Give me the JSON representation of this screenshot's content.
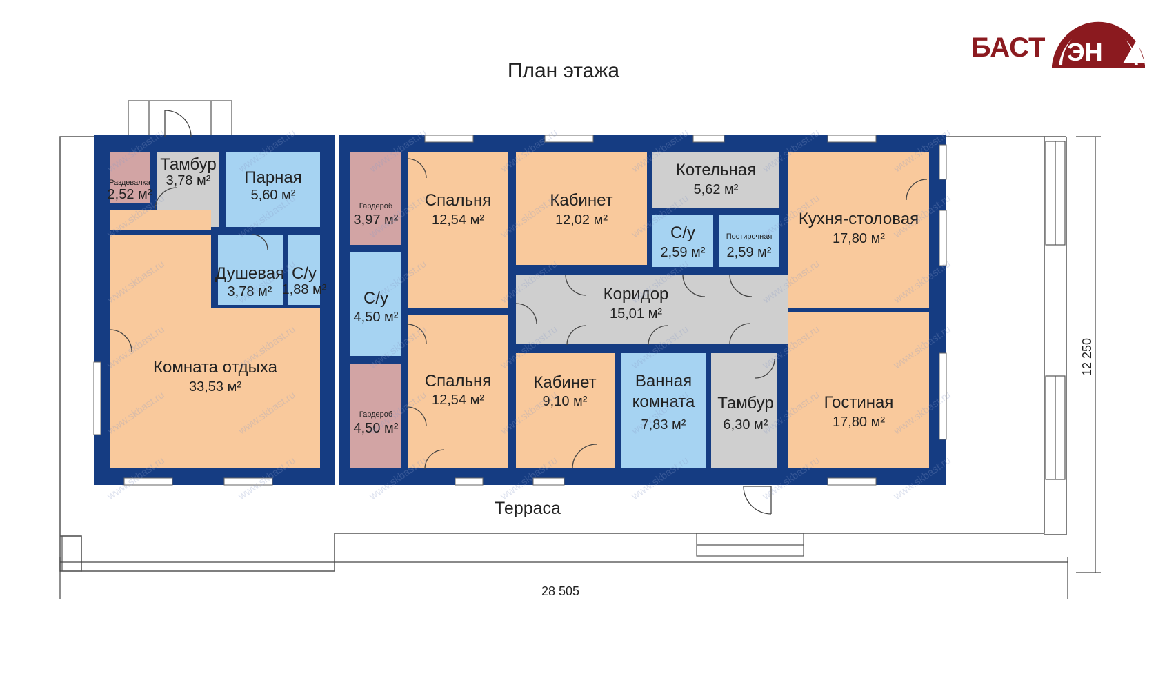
{
  "title": "План этажа",
  "logo": {
    "text": "БАСТ",
    "suffix": "ЭН",
    "color": "#8b1a1f"
  },
  "colors": {
    "wall": "#153c82",
    "living": "#f9c99c",
    "wet": "#a6d3f2",
    "service": "#cfcfcf",
    "wardrobe": "#d2a4a4"
  },
  "rooms": [
    {
      "name": "Раздевалка",
      "area": "2,52 м²"
    },
    {
      "name": "Тамбур",
      "area": "3,78 м²"
    },
    {
      "name": "Парная",
      "area": "5,60 м²"
    },
    {
      "name": "Душевая",
      "area": "3,78 м²"
    },
    {
      "name": "С/у",
      "area": "1,88 м²"
    },
    {
      "name": "Комната отдыха",
      "area": "33,53 м²"
    },
    {
      "name": "Гардероб",
      "area": "3,97 м²"
    },
    {
      "name": "С/у",
      "area": "4,50 м²"
    },
    {
      "name": "Гардероб",
      "area": "4,50 м²"
    },
    {
      "name": "Спальня",
      "area": "12,54 м²"
    },
    {
      "name": "Спальня",
      "area": "12,54 м²"
    },
    {
      "name": "Кабинет",
      "area": "12,02 м²"
    },
    {
      "name": "Котельная",
      "area": "5,62 м²"
    },
    {
      "name": "С/у",
      "area": "2,59 м²"
    },
    {
      "name": "Постирочная",
      "area": "2,59 м²"
    },
    {
      "name": "Коридор",
      "area": "15,01 м²"
    },
    {
      "name": "Кабинет",
      "area": "9,10 м²"
    },
    {
      "name": "Ванная комната",
      "area": "7,83 м²"
    },
    {
      "name": "Тамбур",
      "area": "6,30 м²"
    },
    {
      "name": "Кухня-столовая",
      "area": "17,80 м²"
    },
    {
      "name": "Гостиная",
      "area": "17,80 м²"
    }
  ],
  "terrace_label": "Терраса",
  "dimensions": {
    "width": "28 505",
    "height": "12 250"
  },
  "watermark": "www.skbast.ru"
}
